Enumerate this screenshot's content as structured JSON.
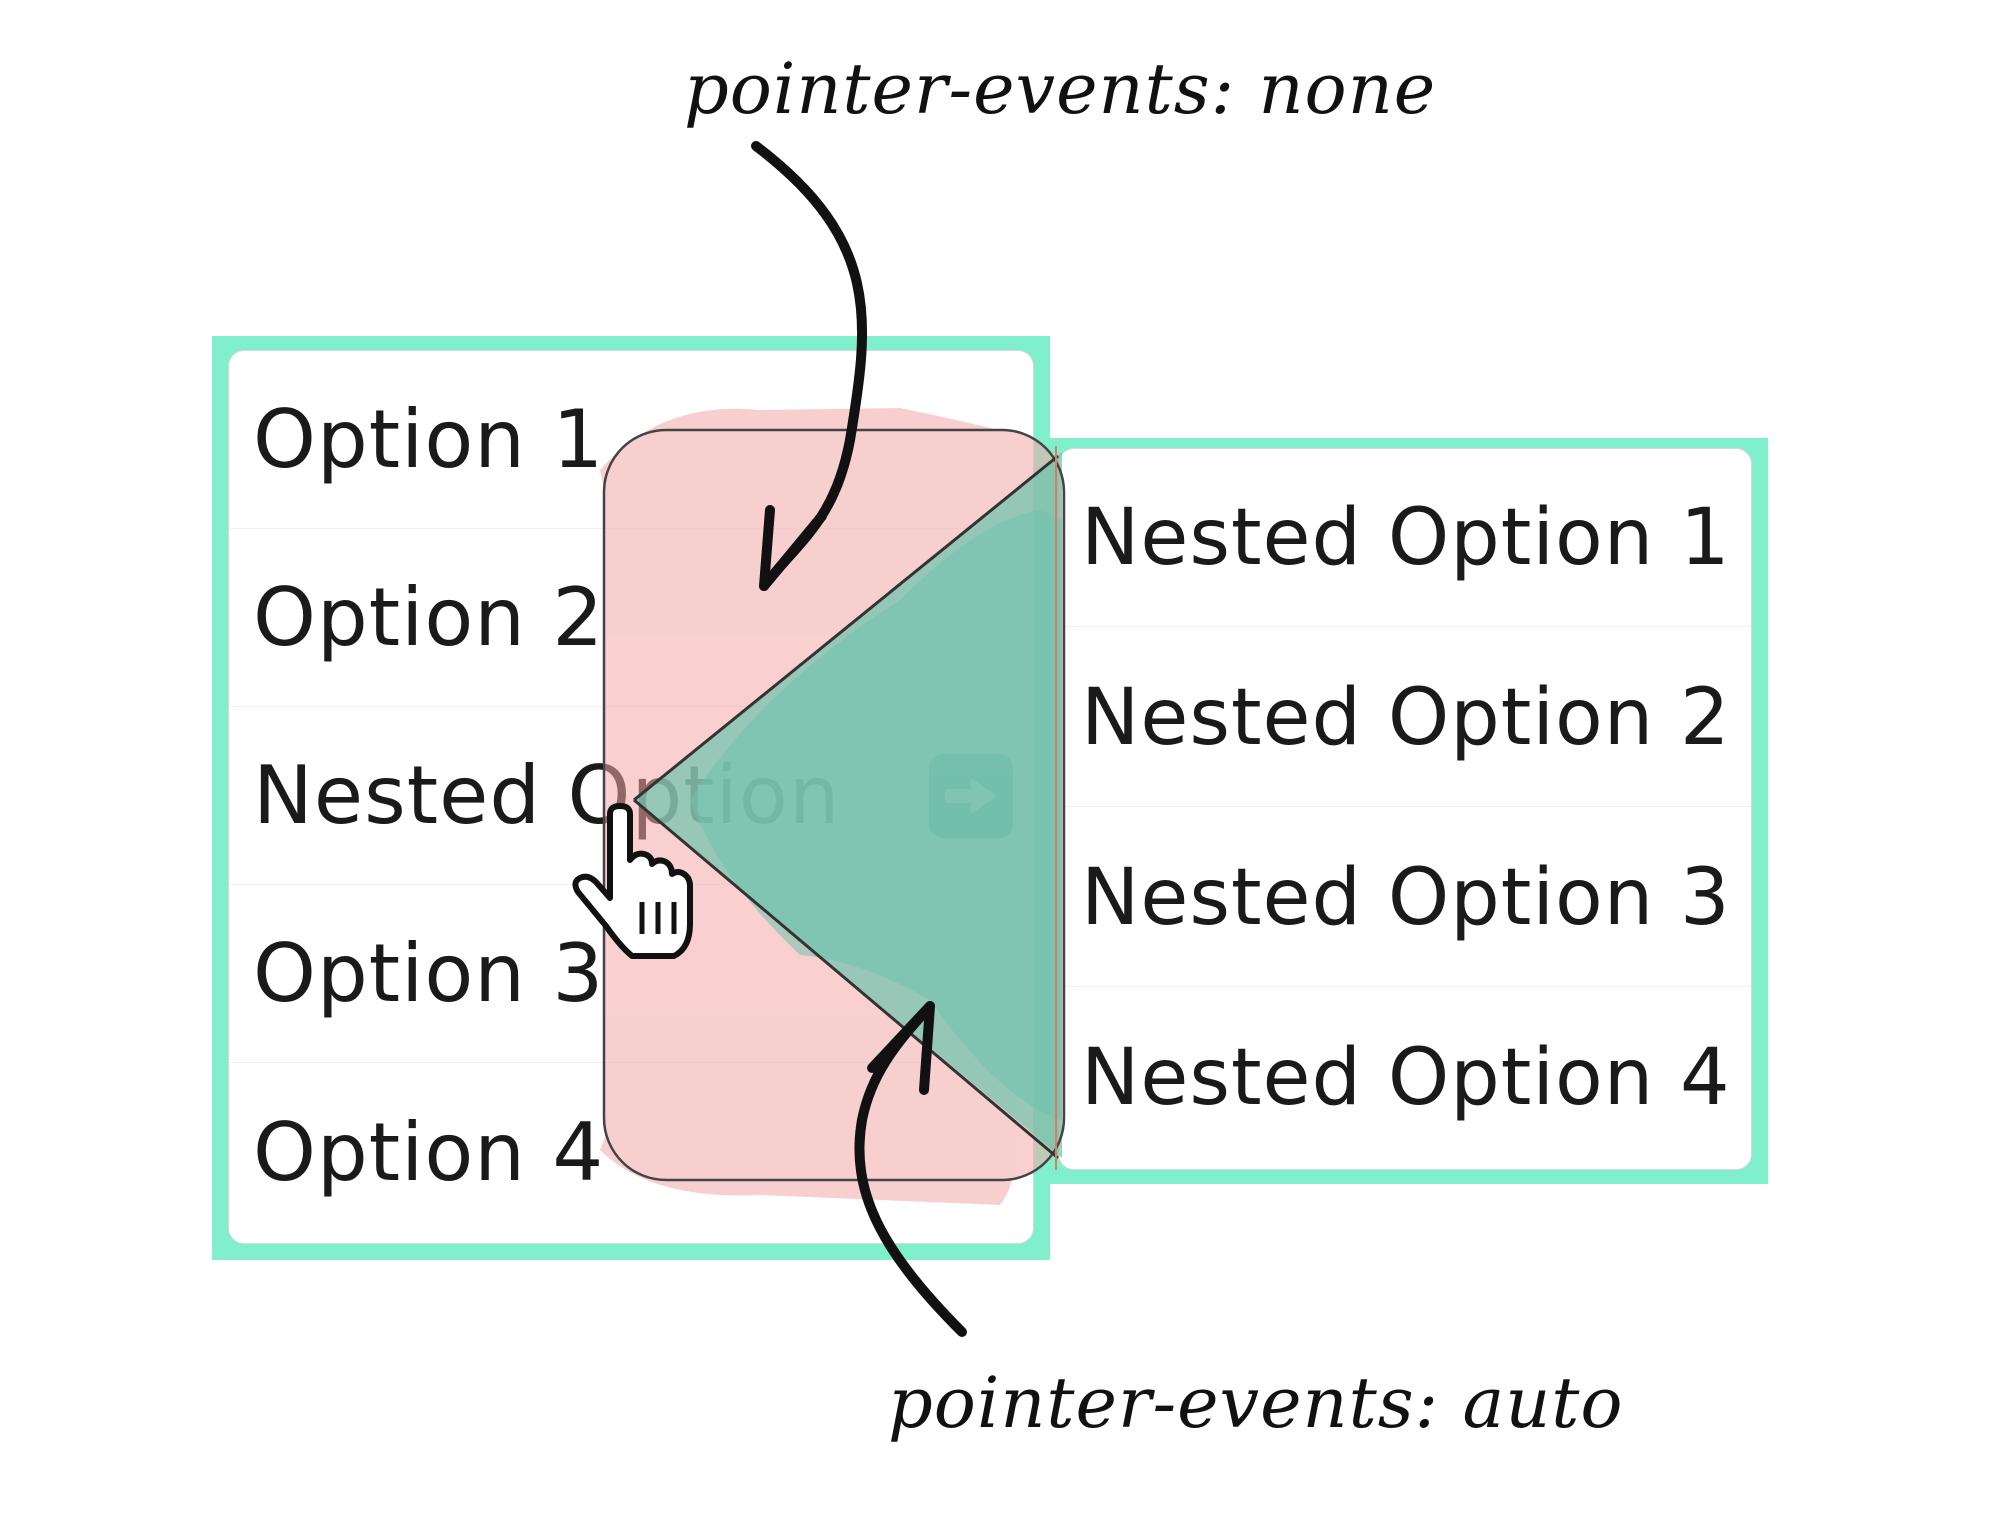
{
  "main_menu": {
    "items": [
      {
        "label": "Option 1"
      },
      {
        "label": "Option 2"
      },
      {
        "label": "Nested Option",
        "icon": "right-arrow-icon"
      },
      {
        "label": "Option 3"
      },
      {
        "label": "Option 4"
      }
    ]
  },
  "sub_menu": {
    "items": [
      {
        "label": "Nested Option 1"
      },
      {
        "label": "Nested Option 2"
      },
      {
        "label": "Nested Option 3"
      },
      {
        "label": "Nested Option 4"
      }
    ]
  },
  "annotations": {
    "top": "pointer-events: none",
    "bottom": "pointer-events: auto"
  },
  "colors": {
    "menu_border": "#80efcb",
    "blocked_zone": "#f4a9a8",
    "active_zone": "#6fc3ad",
    "arrow_badge": "#2b8f9f"
  },
  "cursor": "hand-pointer-icon"
}
